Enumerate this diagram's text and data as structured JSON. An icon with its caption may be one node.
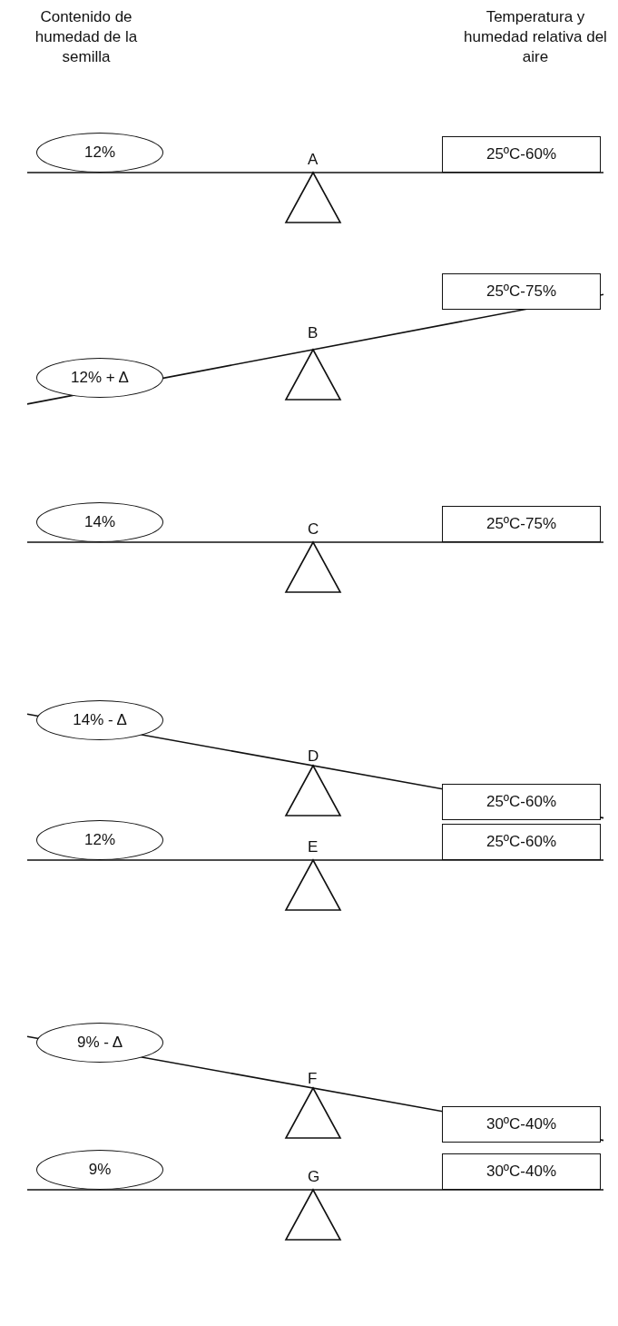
{
  "diagram": {
    "nodes": [
      {
        "text": [
          "12%"
        ]
      },
      {
        "text": [
          "25ºC-60%"
        ]
      },
      {
        "text": [
          "12% + Δ"
        ]
      },
      {
        "text": [
          "25ºC-75%"
        ]
      },
      {
        "text": [
          "14%"
        ]
      },
      {
        "text": [
          "25ºC-75%"
        ]
      },
      {
        "text": [
          "14% - Δ"
        ]
      },
      {
        "text": [
          "25ºC-60%"
        ]
      },
      {
        "text": [
          "12%"
        ]
      },
      {
        "text": [
          "25ºC-60%"
        ]
      },
      {
        "text": [
          "9% - Δ"
        ]
      },
      {
        "text": [
          "30ºC-40%"
        ]
      },
      {
        "text": [
          "9%"
        ]
      },
      {
        "text": [
          "30ºC-40%"
        ]
      }
    ],
    "labels": [
      "Contenido de humedad de la semilla",
      "Temperatura y humedad relativa del aire",
      "A",
      "B",
      "C",
      "D",
      "E",
      "F",
      "G"
    ]
  }
}
